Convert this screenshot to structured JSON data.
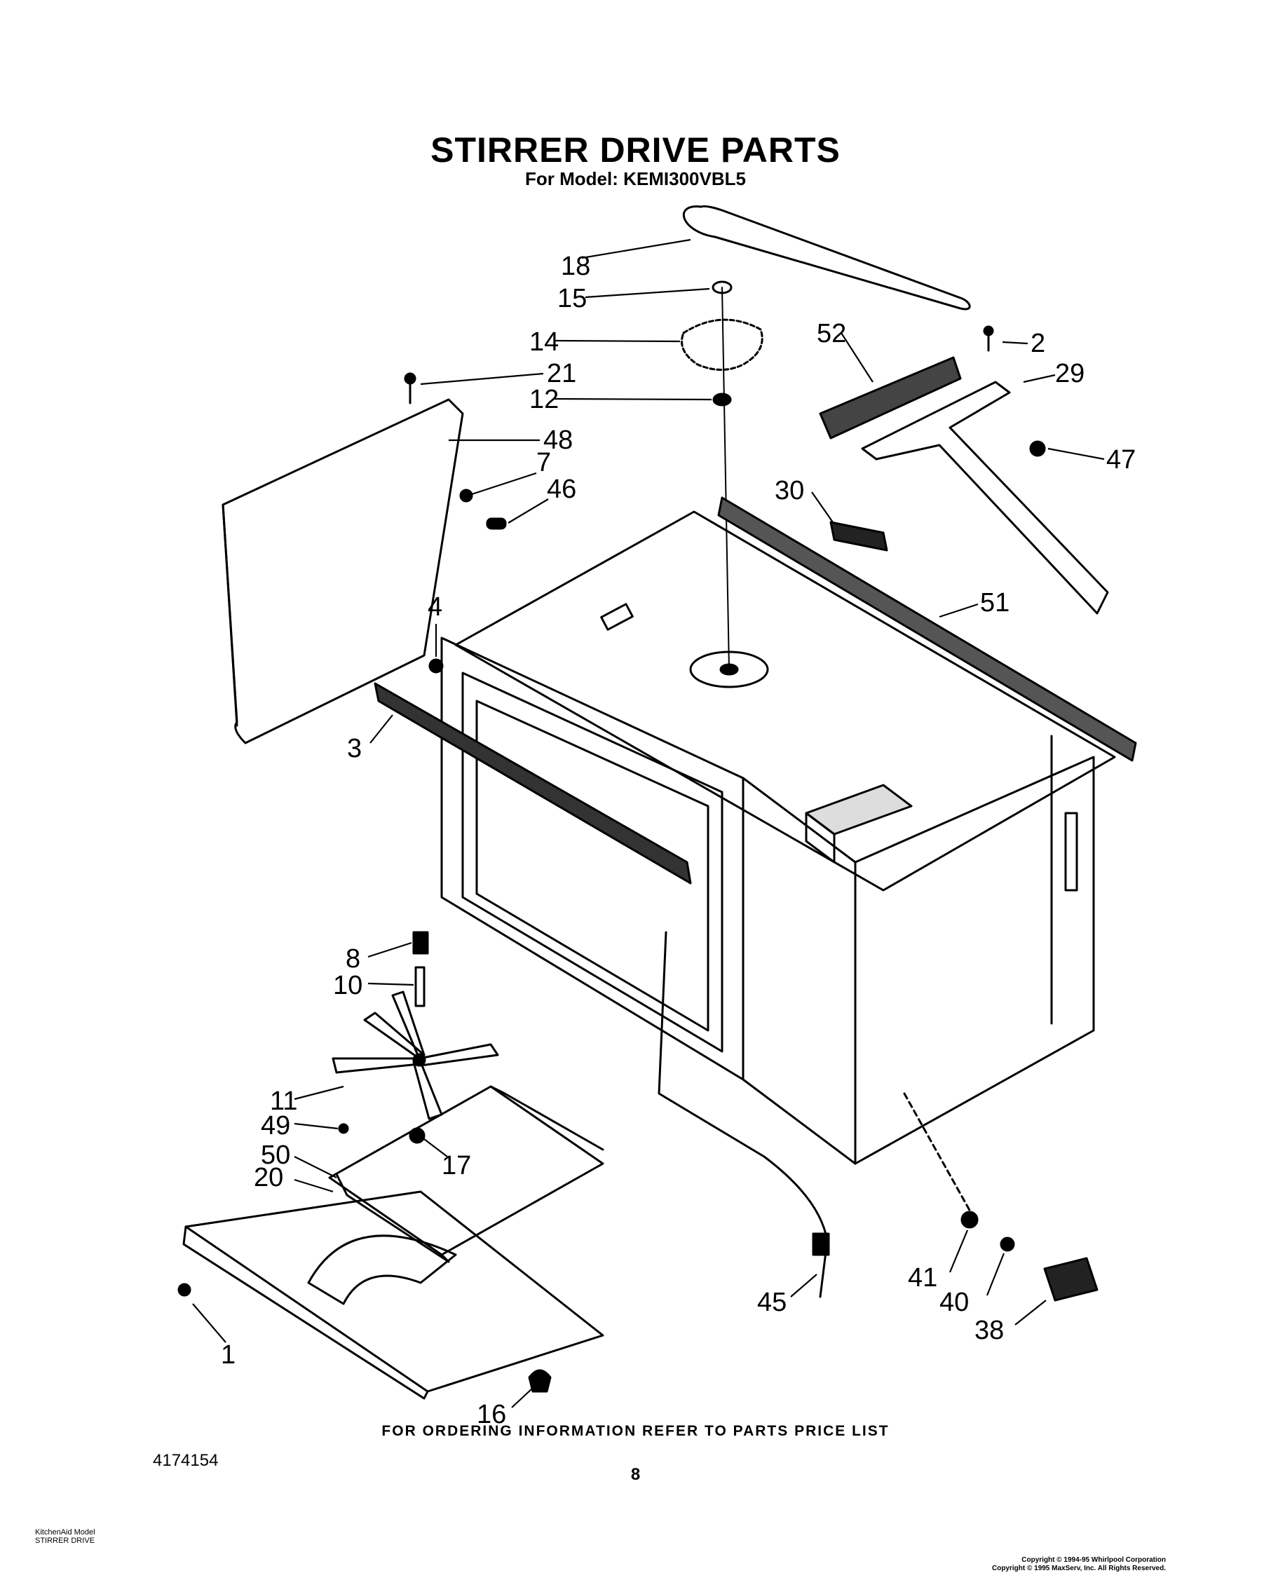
{
  "header": {
    "title": "STIRRER DRIVE PARTS",
    "subtitle": "For Model: KEMI300VBL5"
  },
  "callouts": [
    {
      "id": "18",
      "label": "18"
    },
    {
      "id": "15",
      "label": "15"
    },
    {
      "id": "14",
      "label": "14"
    },
    {
      "id": "12",
      "label": "12"
    },
    {
      "id": "52",
      "label": "52"
    },
    {
      "id": "2",
      "label": "2"
    },
    {
      "id": "29",
      "label": "29"
    },
    {
      "id": "47",
      "label": "47"
    },
    {
      "id": "21",
      "label": "21"
    },
    {
      "id": "48",
      "label": "48"
    },
    {
      "id": "7",
      "label": "7"
    },
    {
      "id": "46",
      "label": "46"
    },
    {
      "id": "30",
      "label": "30"
    },
    {
      "id": "51",
      "label": "51"
    },
    {
      "id": "4",
      "label": "4"
    },
    {
      "id": "3",
      "label": "3"
    },
    {
      "id": "8",
      "label": "8"
    },
    {
      "id": "10",
      "label": "10"
    },
    {
      "id": "11",
      "label": "11"
    },
    {
      "id": "49",
      "label": "49"
    },
    {
      "id": "50",
      "label": "50"
    },
    {
      "id": "20",
      "label": "20"
    },
    {
      "id": "17",
      "label": "17"
    },
    {
      "id": "1",
      "label": "1"
    },
    {
      "id": "16",
      "label": "16"
    },
    {
      "id": "45",
      "label": "45"
    },
    {
      "id": "41",
      "label": "41"
    },
    {
      "id": "40",
      "label": "40"
    },
    {
      "id": "38",
      "label": "38"
    }
  ],
  "footer": {
    "ordering_note": "FOR ORDERING INFORMATION REFER TO PARTS PRICE LIST",
    "doc_number": "4174154",
    "page_number": "8",
    "model_line_1": "KitchenAid Model",
    "model_line_2": "STIRRER DRIVE",
    "copyright_1": "Copyright © 1994-95 Whirlpool Corporation",
    "copyright_2": "Copyright © 1995 MaxServ, Inc. All Rights Reserved."
  }
}
